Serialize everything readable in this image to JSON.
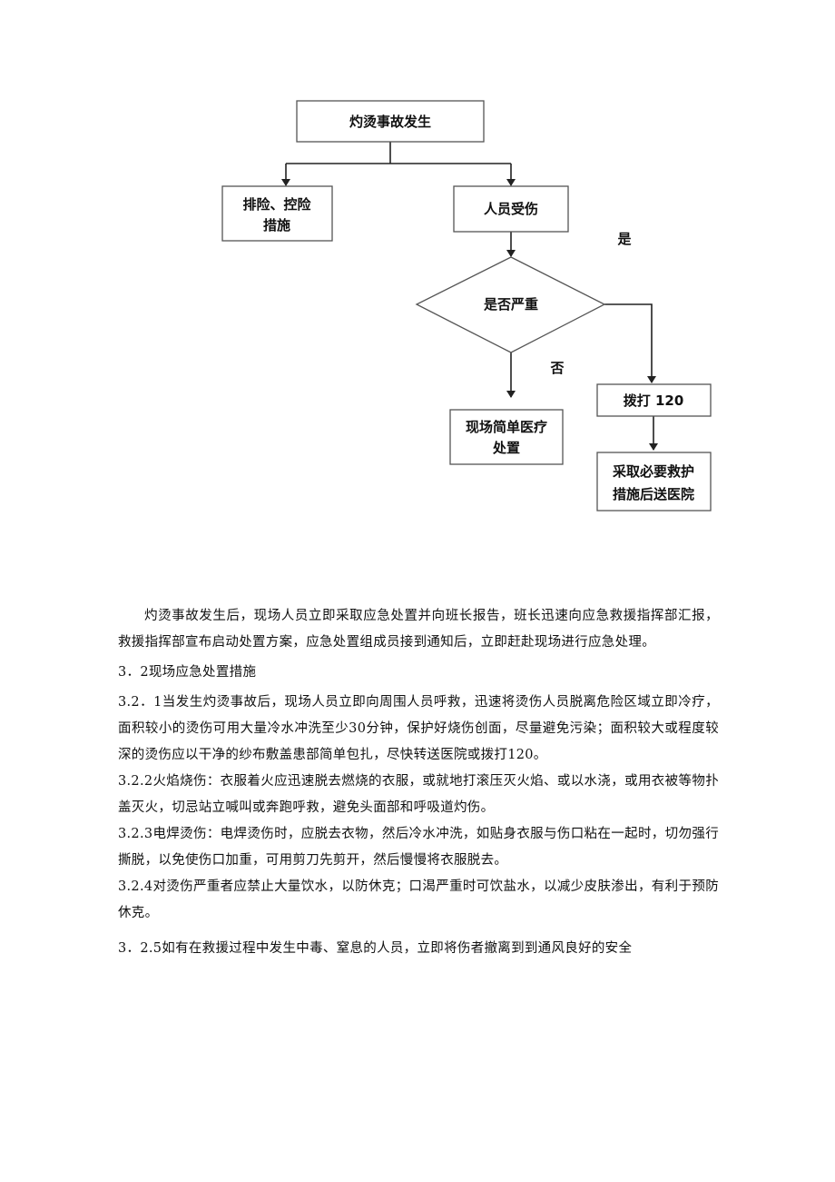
{
  "flowchart": {
    "start": "灼烫事故发生",
    "left_branch": [
      "排险、控险",
      "措施"
    ],
    "right_branch": "人员受伤",
    "decision": "是否严重",
    "yes_label": "是",
    "no_label": "否",
    "no_action": [
      "现场简单医疗",
      "处置"
    ],
    "yes_action_1": "拨打 120",
    "yes_action_2": [
      "采取必要救护",
      "措施后送医院"
    ]
  },
  "body": {
    "intro": "灼烫事故发生后，现场人员立即采取应急处置并向班长报告，班长迅速向应急救援指挥部汇报，救援指挥部宣布启动处置方案，应急处置组成员接到通知后，立即赶赴现场进行应急处理。",
    "section_heading": "3．2现场应急处置措施",
    "items": [
      "3.2．1当发生灼烫事故后，现场人员立即向周围人员呼救，迅速将烫伤人员脱离危险区域立即冷疗，面积较小的烫伤可用大量冷水冲洗至少30分钟，保护好烧伤创面，尽量避免污染；面积较大或程度较深的烫伤应以干净的纱布敷盖患部简单包扎，尽快转送医院或拨打120。",
      "3.2.2火焰烧伤：衣服着火应迅速脱去燃烧的衣服，或就地打滚压灭火焰、或以水浇，或用衣被等物扑盖灭火，切忌站立喊叫或奔跑呼救，避免头面部和呼吸道灼伤。",
      "3.2.3电焊烫伤：电焊烫伤时，应脱去衣物，然后冷水冲洗，如贴身衣服与伤口粘在一起时，切勿强行撕脱，以免使伤口加重，可用剪刀先剪开，然后慢慢将衣服脱去。",
      "3.2.4对烫伤严重者应禁止大量饮水，以防休克；口渴严重时可饮盐水，以减少皮肤渗出，有利于预防休克。",
      "3．2.5如有在救援过程中发生中毒、窒息的人员，立即将伤者撤离到到通风良好的安全"
    ]
  }
}
